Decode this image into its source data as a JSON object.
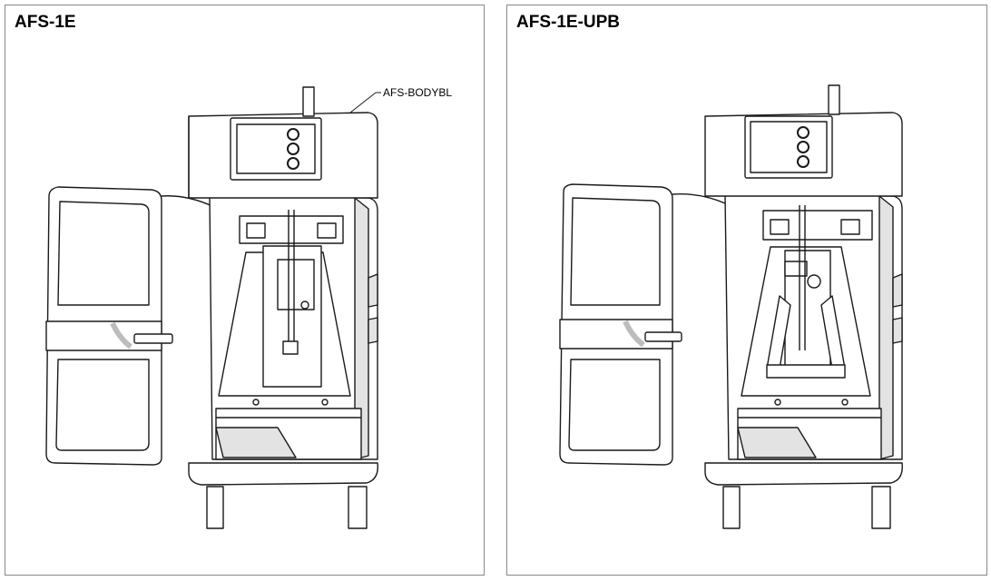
{
  "panels": [
    {
      "title": "AFS-1E",
      "callout": "AFS-BODYBL",
      "interior": "probe"
    },
    {
      "title": "AFS-1E-UPB",
      "callout": "",
      "interior": "bracket"
    }
  ],
  "colors": {
    "line": "#1a1a1a",
    "fill": "#ffffff",
    "shade": "#e3e3e3",
    "panel_border": "#8a8a8a"
  }
}
